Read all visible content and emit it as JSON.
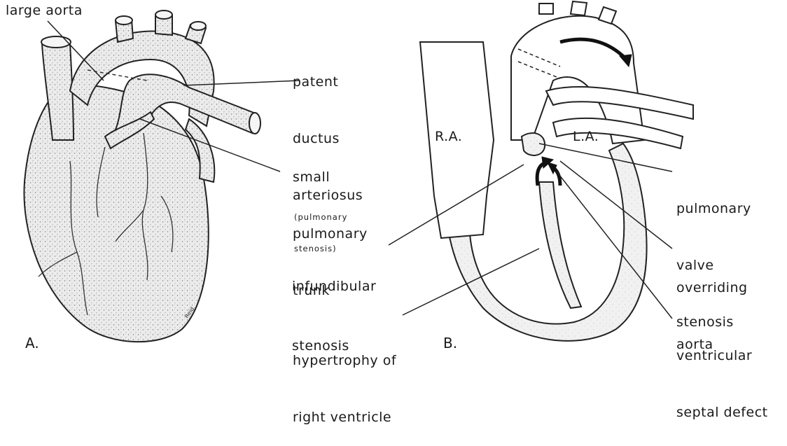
{
  "panels": {
    "a": "A.",
    "b": "B."
  },
  "signature": "Reid",
  "labels": {
    "large_aorta": "large aorta",
    "patent_ductus": [
      "patent",
      "ductus",
      "arteriosus"
    ],
    "small_pulmonary": [
      "small",
      "pulmonary",
      "trunk"
    ],
    "pulmonary_stenosis_note": [
      "(pulmonary",
      "stenosis)"
    ],
    "ra": "R.A.",
    "la": "L.A.",
    "pulmonary_valve": [
      "pulmonary",
      "valve",
      "stenosis"
    ],
    "infundibular": [
      "infundibular",
      "stenosis"
    ],
    "overriding": [
      "overriding",
      "aorta"
    ],
    "hypertrophy": [
      "hypertrophy of",
      "right ventricle"
    ],
    "vsd": [
      "ventricular",
      "septal defect"
    ]
  }
}
